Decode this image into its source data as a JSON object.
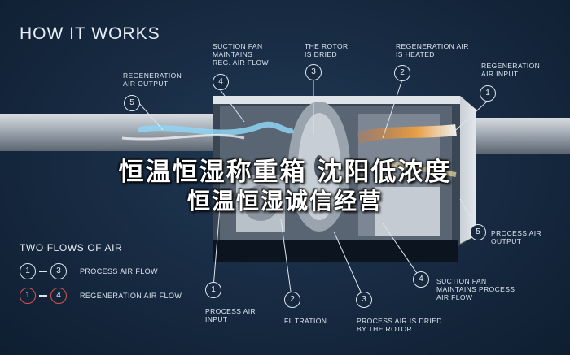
{
  "title": "HOW IT WORKS",
  "labels": {
    "regen_output": "REGENERATION\nAIR OUTPUT",
    "suction_regen": "SUCTION FAN\nMAINTAINS\nREG. AIR FLOW",
    "rotor_dried": "THE ROTOR\nIS DRIED",
    "regen_heated": "REGENERATION AIR\nIS HEATED",
    "regen_input": "REGENERATION\nAIR INPUT",
    "process_output": "PROCESS AIR\nOUTPUT",
    "suction_process": "SUCTION FAN\nMAINTAINS PROCESS\nAIR FLOW",
    "process_dried": "PROCESS AIR IS DRIED\nBY THE ROTOR",
    "filtration": "FILTRATION",
    "process_input": "PROCESS AIR\nINPUT"
  },
  "callouts": {
    "c_regen_output": "5",
    "c_suction_regen": "4",
    "c_rotor_dried": "3",
    "c_regen_heated": "2",
    "c_regen_input": "1",
    "c_process_output": "5",
    "c_suction_process": "4",
    "c_process_dried": "3",
    "c_filtration": "2",
    "c_process_input": "1"
  },
  "legend": {
    "title": "TWO FLOWS OF AIR",
    "rows": [
      {
        "from": "1",
        "to": "3",
        "label": "PROCESS AIR FLOW"
      },
      {
        "from": "1",
        "to": "4",
        "label": "REGENERATION AIR FLOW"
      }
    ]
  },
  "overlay": {
    "line1": "恒温恒湿称重箱  沈阳低浓度",
    "line2": "恒温恒湿诚信经营"
  },
  "colors": {
    "background": "#182c44",
    "duct": "#a9b1ba",
    "hot_air": "#e8912e",
    "cool_air": "#7cc8ee",
    "legend_highlight": "#d9534f"
  }
}
